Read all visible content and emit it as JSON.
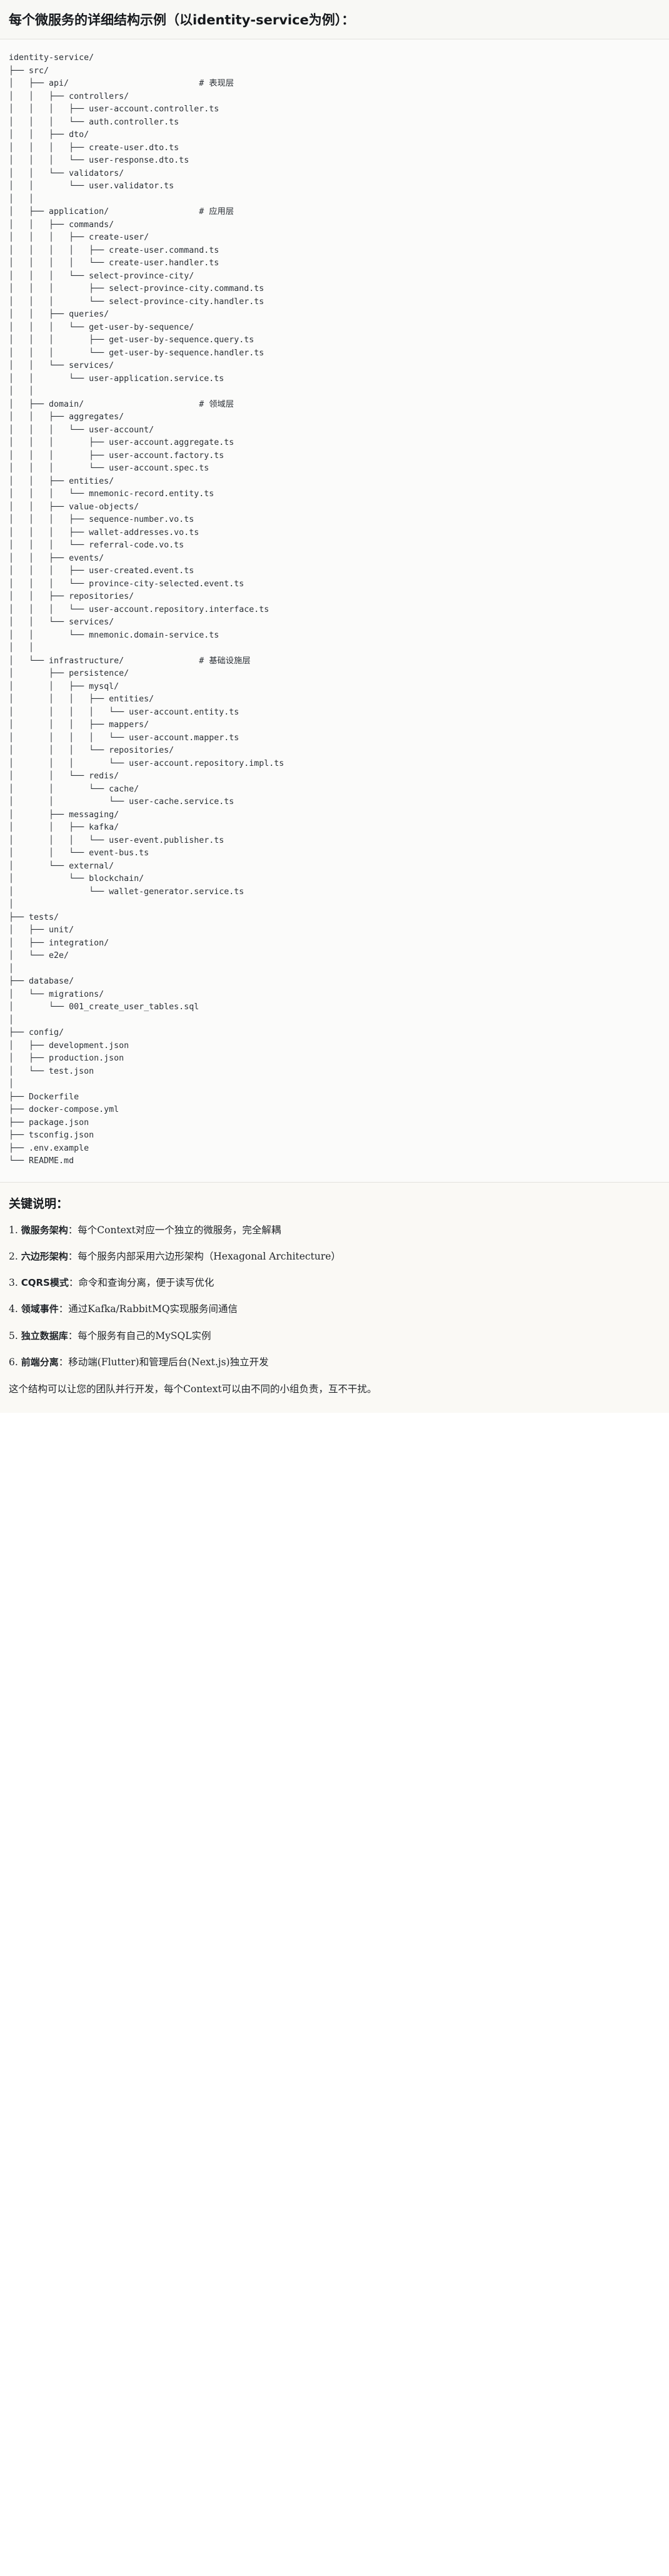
{
  "header": {
    "title": "每个微服务的详细结构示例（以identity-service为例）："
  },
  "tree": {
    "root": "identity-service/",
    "text": "identity-service/\n├── src/\n│   ├── api/                          # 表现层\n│   │   ├── controllers/\n│   │   │   ├── user-account.controller.ts\n│   │   │   └── auth.controller.ts\n│   │   ├── dto/\n│   │   │   ├── create-user.dto.ts\n│   │   │   └── user-response.dto.ts\n│   │   └── validators/\n│   │       └── user.validator.ts\n│   │\n│   ├── application/                  # 应用层\n│   │   ├── commands/\n│   │   │   ├── create-user/\n│   │   │   │   ├── create-user.command.ts\n│   │   │   │   └── create-user.handler.ts\n│   │   │   └── select-province-city/\n│   │   │       ├── select-province-city.command.ts\n│   │   │       └── select-province-city.handler.ts\n│   │   ├── queries/\n│   │   │   └── get-user-by-sequence/\n│   │   │       ├── get-user-by-sequence.query.ts\n│   │   │       └── get-user-by-sequence.handler.ts\n│   │   └── services/\n│   │       └── user-application.service.ts\n│   │\n│   ├── domain/                       # 领域层\n│   │   ├── aggregates/\n│   │   │   └── user-account/\n│   │   │       ├── user-account.aggregate.ts\n│   │   │       ├── user-account.factory.ts\n│   │   │       └── user-account.spec.ts\n│   │   ├── entities/\n│   │   │   └── mnemonic-record.entity.ts\n│   │   ├── value-objects/\n│   │   │   ├── sequence-number.vo.ts\n│   │   │   ├── wallet-addresses.vo.ts\n│   │   │   └── referral-code.vo.ts\n│   │   ├── events/\n│   │   │   ├── user-created.event.ts\n│   │   │   └── province-city-selected.event.ts\n│   │   ├── repositories/\n│   │   │   └── user-account.repository.interface.ts\n│   │   └── services/\n│   │       └── mnemonic.domain-service.ts\n│   │\n│   └── infrastructure/               # 基础设施层\n│       ├── persistence/\n│       │   ├── mysql/\n│       │   │   ├── entities/\n│       │   │   │   └── user-account.entity.ts\n│       │   │   ├── mappers/\n│       │   │   │   └── user-account.mapper.ts\n│       │   │   └── repositories/\n│       │   │       └── user-account.repository.impl.ts\n│       │   └── redis/\n│       │       └── cache/\n│       │           └── user-cache.service.ts\n│       ├── messaging/\n│       │   ├── kafka/\n│       │   │   └── user-event.publisher.ts\n│       │   └── event-bus.ts\n│       └── external/\n│           └── blockchain/\n│               └── wallet-generator.service.ts\n│\n├── tests/\n│   ├── unit/\n│   ├── integration/\n│   └── e2e/\n│\n├── database/\n│   └── migrations/\n│       └── 001_create_user_tables.sql\n│\n├── config/\n│   ├── development.json\n│   ├── production.json\n│   └── test.json\n│\n├── Dockerfile\n├── docker-compose.yml\n├── package.json\n├── tsconfig.json\n├── .env.example\n└── README.md",
    "layer_comments": [
      "# 表现层",
      "# 应用层",
      "# 领域层",
      "# 基础设施层"
    ]
  },
  "notes": {
    "heading": "关键说明：",
    "items": [
      {
        "term": "微服务架构",
        "sep": "：",
        "desc": "每个Context对应一个独立的微服务，完全解耦"
      },
      {
        "term": "六边形架构",
        "sep": "：",
        "desc": "每个服务内部采用六边形架构（Hexagonal Architecture）"
      },
      {
        "term": "CQRS模式",
        "sep": "：",
        "desc": "命令和查询分离，便于读写优化"
      },
      {
        "term": "领域事件",
        "sep": "：",
        "desc": "通过Kafka/RabbitMQ实现服务间通信"
      },
      {
        "term": "独立数据库",
        "sep": "：",
        "desc": "每个服务有自己的MySQL实例"
      },
      {
        "term": "前端分离",
        "sep": "：",
        "desc": "移动端(Flutter)和管理后台(Next.js)独立开发"
      }
    ],
    "closing": "这个结构可以让您的团队并行开发，每个Context可以由不同的小组负责，互不干扰。"
  },
  "colors": {
    "page_bg": "#ffffff",
    "title_bg": "#f8f8f5",
    "code_bg": "#fbfbfa",
    "notes_bg": "#faf9f5",
    "text": "#1f2328",
    "code_text": "#2b3036",
    "divider": "#e2e2dd"
  }
}
